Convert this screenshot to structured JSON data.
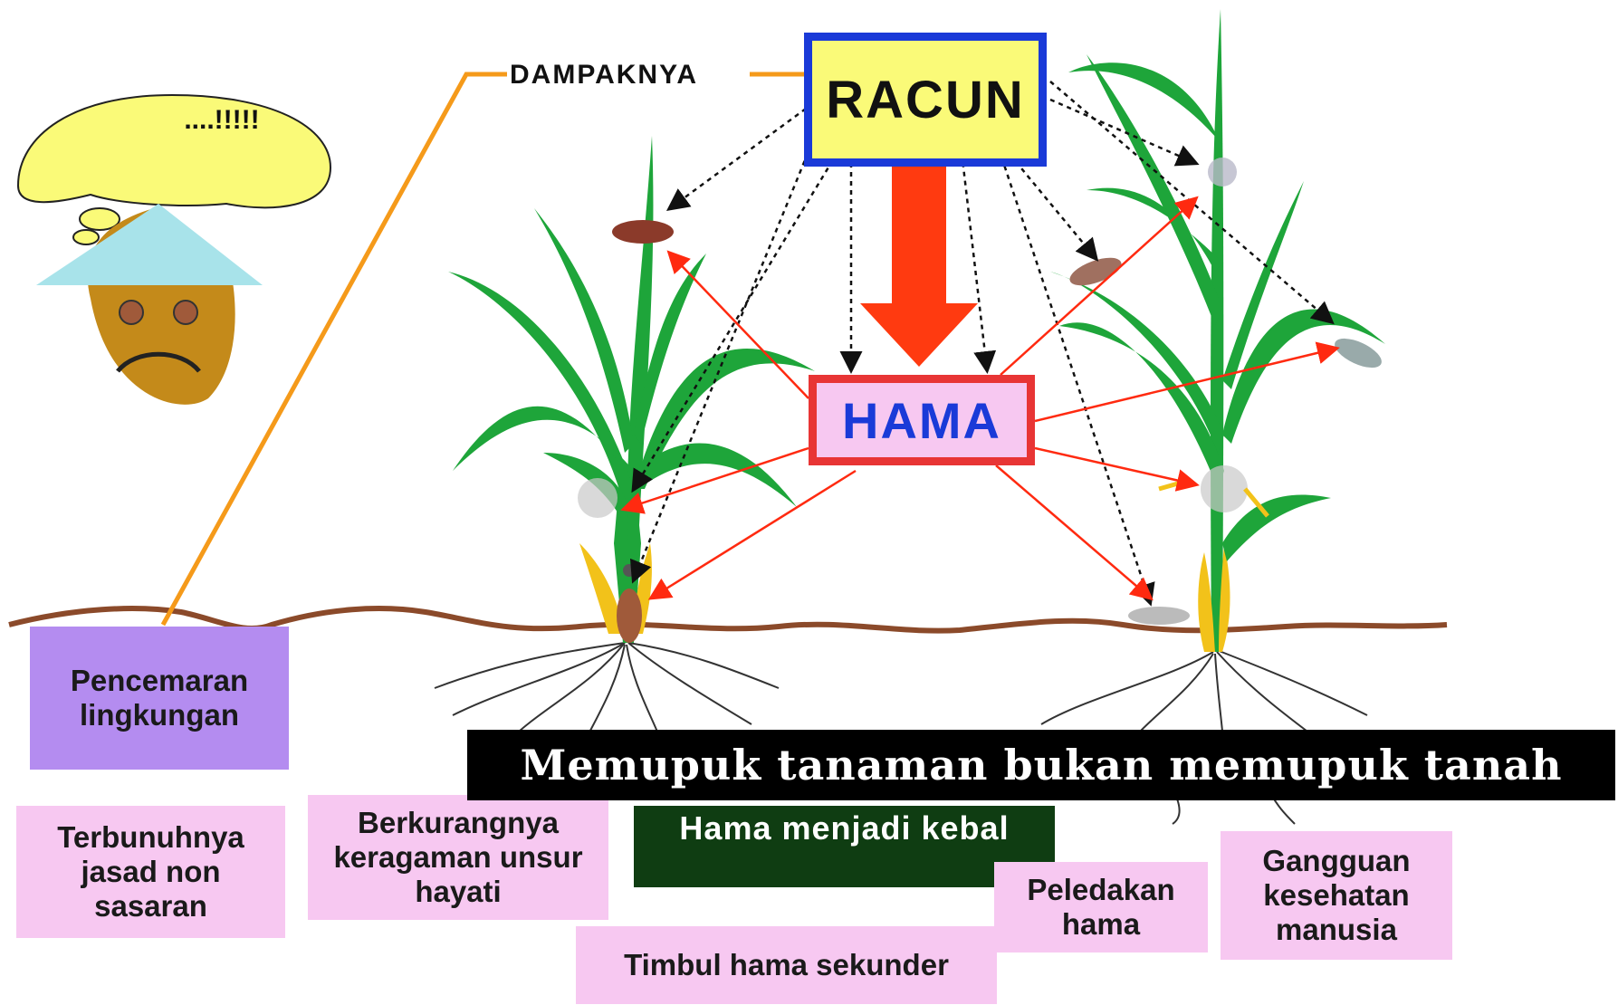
{
  "racun": "RACUN",
  "hama": "HAMA",
  "dampaknya": "DAMPAKNYA",
  "thought": "....!!!!!",
  "banner": "Memupuk tanaman bukan memupuk tanah",
  "effects": {
    "pencemaran": "Pencemaran lingkungan",
    "terbunuhnya": "Terbunuhnya jasad non sasaran",
    "berkurangnya": "Berkurangnya keragaman unsur hayati",
    "timbul": "Timbul hama sekunder",
    "kebal": "Hama menjadi kebal",
    "peledakan": "Peledakan hama",
    "gangguan": "Gangguan kesehatan manusia"
  },
  "colors": {
    "racun_fill": "#fafa78",
    "racun_border": "#1a3ad8",
    "hama_fill": "#f7c8f1",
    "hama_border": "#e83535",
    "hama_text": "#1a3ad8",
    "big_arrow": "#ff3a10",
    "leader_line": "#f59a1a",
    "effect_pink": "#f7c8f1",
    "effect_purple": "#b48cf0",
    "kebal_fill": "#0f3d12",
    "banner_fill": "#000000",
    "soil": "#8b4a2a",
    "leaf": "#1ea53a"
  }
}
